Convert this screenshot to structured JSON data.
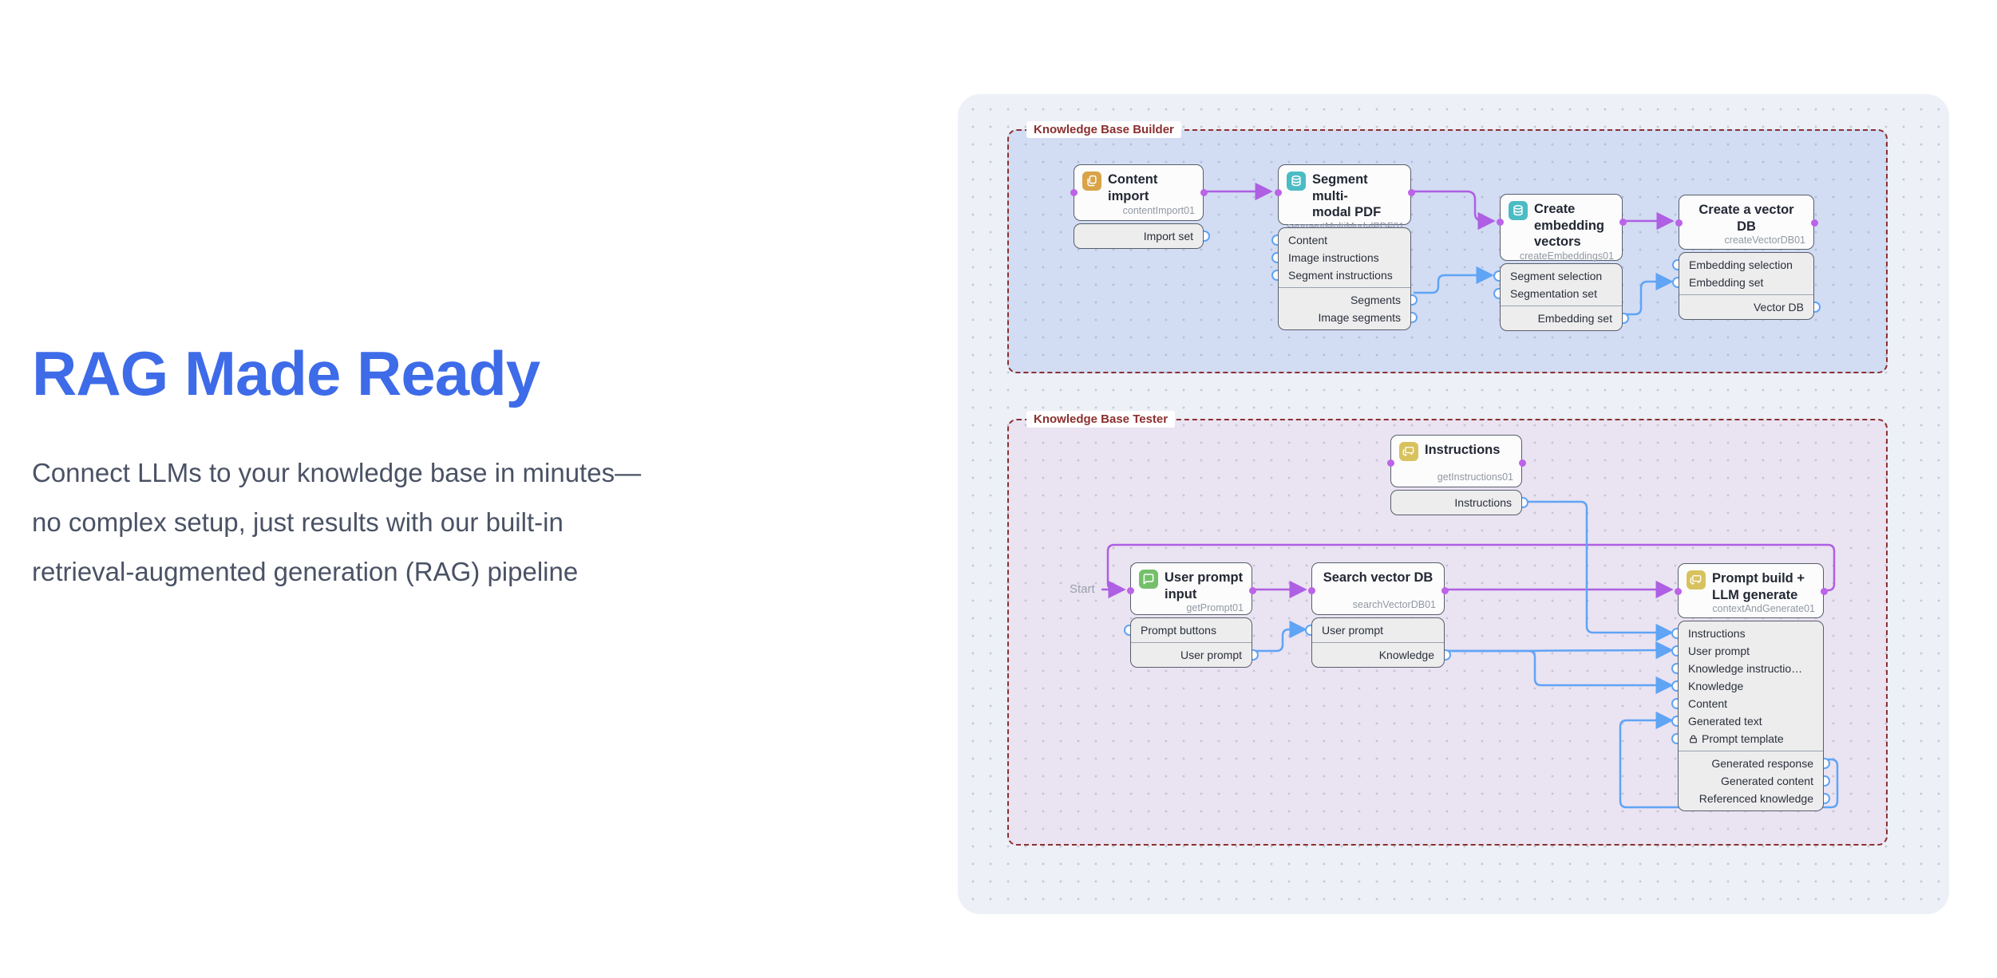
{
  "hero": {
    "title": "RAG Made Ready",
    "description_lines": [
      "Connect LLMs to your knowledge base in minutes—",
      "no complex setup, just results with our built-in",
      "retrieval-augmented generation (RAG) pipeline"
    ]
  },
  "colors": {
    "heading": "#3E6BE8",
    "body_text": "#4A5264",
    "flow_wire": "#AE5FE3",
    "data_wire": "#5FA4F5",
    "group_border": "#8B3030",
    "panel_bg": "#EDF0F7",
    "builder_bg": "rgba(130,160,230,0.25)",
    "tester_bg": "rgba(219,160,220,0.16)",
    "icon_orange": "#D9A348",
    "icon_teal": "#4BBCC4",
    "icon_khaki": "#D8C25E",
    "icon_green": "#74C06A"
  },
  "diagram": {
    "start_label": "Start",
    "groups": [
      {
        "id": "builder",
        "label": "Knowledge Base Builder"
      },
      {
        "id": "tester",
        "label": "Knowledge Base Tester"
      }
    ],
    "nodes": [
      {
        "id": "contentImport01",
        "group": "builder",
        "icon": "copy-icon",
        "icon_color": "#D9A348",
        "title": "Content import",
        "subtitle": "contentImport01",
        "inputs": [],
        "outputs": [
          {
            "label": "Import set"
          }
        ]
      },
      {
        "id": "segmentMultiModalPDF01",
        "group": "builder",
        "icon": "database-icon",
        "icon_color": "#4BBCC4",
        "title": "Segment multi-\nmodal PDF",
        "subtitle": "segmentMultiModalPDF01",
        "inputs": [
          {
            "label": "Content"
          },
          {
            "label": "Image instructions"
          },
          {
            "label": "Segment instructions"
          }
        ],
        "outputs": [
          {
            "label": "Segments"
          },
          {
            "label": "Image segments"
          }
        ]
      },
      {
        "id": "createEmbeddings01",
        "group": "builder",
        "icon": "database-icon",
        "icon_color": "#4BBCC4",
        "title": "Create\nembedding\nvectors",
        "subtitle": "createEmbeddings01",
        "inputs": [
          {
            "label": "Segment selection"
          },
          {
            "label": "Segmentation set"
          }
        ],
        "outputs": [
          {
            "label": "Embedding set"
          }
        ]
      },
      {
        "id": "createVectorDB01",
        "group": "builder",
        "icon": null,
        "title": "Create a vector\nDB",
        "subtitle": "createVectorDB01",
        "inputs": [
          {
            "label": "Embedding selection"
          },
          {
            "label": "Embedding set"
          }
        ],
        "outputs": [
          {
            "label": "Vector DB"
          }
        ]
      },
      {
        "id": "getInstructions01",
        "group": "tester",
        "icon": "chat-double-icon",
        "icon_color": "#D8C25E",
        "title": "Instructions",
        "subtitle": "getInstructions01",
        "inputs": [],
        "outputs": [
          {
            "label": "Instructions"
          }
        ]
      },
      {
        "id": "getPrompt01",
        "group": "tester",
        "icon": "chat-icon",
        "icon_color": "#74C06A",
        "title": "User prompt\ninput",
        "subtitle": "getPrompt01",
        "inputs": [
          {
            "label": "Prompt buttons"
          }
        ],
        "outputs": [
          {
            "label": "User prompt"
          }
        ]
      },
      {
        "id": "searchVectorDB01",
        "group": "tester",
        "icon": null,
        "title": "Search vector DB",
        "subtitle": "searchVectorDB01",
        "inputs": [
          {
            "label": "User prompt"
          }
        ],
        "outputs": [
          {
            "label": "Knowledge"
          }
        ]
      },
      {
        "id": "contextAndGenerate01",
        "group": "tester",
        "icon": "chat-double-icon",
        "icon_color": "#D8C25E",
        "title": "Prompt build +\nLLM generate",
        "subtitle": "contextAndGenerate01",
        "inputs": [
          {
            "label": "Instructions"
          },
          {
            "label": "User prompt"
          },
          {
            "label": "Knowledge instructio…"
          },
          {
            "label": "Knowledge"
          },
          {
            "label": "Content"
          },
          {
            "label": "Generated text"
          },
          {
            "label": "Prompt template",
            "locked": true
          }
        ],
        "outputs": [
          {
            "label": "Generated response"
          },
          {
            "label": "Generated content"
          },
          {
            "label": "Referenced knowledge"
          }
        ]
      }
    ],
    "connections": [
      {
        "from": "contentImport01",
        "to": "segmentMultiModalPDF01",
        "type": "flow"
      },
      {
        "from": "segmentMultiModalPDF01",
        "to": "createEmbeddings01",
        "type": "flow"
      },
      {
        "from": "createEmbeddings01",
        "to": "createVectorDB01",
        "type": "flow"
      },
      {
        "from": "Start",
        "to": "getPrompt01",
        "type": "flow"
      },
      {
        "from": "getPrompt01",
        "to": "searchVectorDB01",
        "type": "flow"
      },
      {
        "from": "searchVectorDB01",
        "to": "contextAndGenerate01",
        "type": "flow"
      },
      {
        "from": "contextAndGenerate01",
        "to": "getPrompt01",
        "type": "flow-loop"
      },
      {
        "from": "segmentMultiModalPDF01.Segments",
        "to": "createEmbeddings01.Segment selection",
        "type": "data"
      },
      {
        "from": "createEmbeddings01.Embedding set",
        "to": "createVectorDB01.Embedding set",
        "type": "data"
      },
      {
        "from": "getInstructions01.Instructions",
        "to": "contextAndGenerate01.Instructions",
        "type": "data"
      },
      {
        "from": "getPrompt01.User prompt",
        "to": "searchVectorDB01.User prompt",
        "type": "data"
      },
      {
        "from": "getPrompt01.User prompt",
        "to": "contextAndGenerate01.User prompt",
        "type": "data"
      },
      {
        "from": "searchVectorDB01.Knowledge",
        "to": "contextAndGenerate01.Knowledge",
        "type": "data"
      },
      {
        "from": "contextAndGenerate01.Generated response",
        "to": "contextAndGenerate01.Generated text",
        "type": "data-loop"
      }
    ]
  }
}
